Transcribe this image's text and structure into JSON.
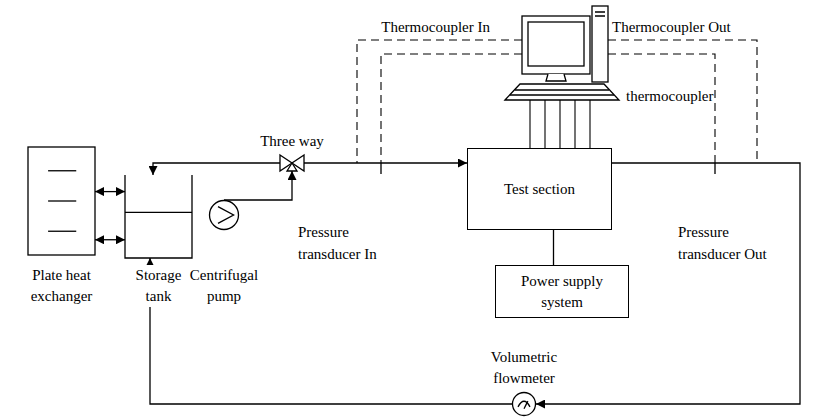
{
  "diagram": {
    "nodes": [
      {
        "text": [
          "Plate heat exchanger"
        ]
      },
      {
        "text": [
          "Storage tank"
        ]
      },
      {
        "text": [
          "Centrifugal pump"
        ]
      },
      {
        "text": [
          "Three way"
        ]
      },
      {
        "text": [
          "Test section"
        ]
      },
      {
        "text": [
          "Power supply system"
        ]
      },
      {
        "text": [
          "Volumetric flowmeter"
        ]
      }
    ],
    "edges": [
      {
        "from": 0,
        "to": 1,
        "arrow": "both"
      },
      {
        "from": 0,
        "to": 1,
        "arrow": "both"
      },
      {
        "from": 2,
        "to": 3,
        "arrow": "to"
      },
      {
        "from": 3,
        "to": 1,
        "arrow": "to"
      },
      {
        "from": 3,
        "to": 4,
        "arrow": "to"
      },
      {
        "from": 4,
        "to": 5,
        "arrow": "none"
      },
      {
        "from": 4,
        "to": 6,
        "arrow": "to"
      },
      {
        "from": 6,
        "to": 1,
        "arrow": "to"
      }
    ],
    "labels": [
      "Thermocoupler In",
      "Thermocoupler Out",
      "thermocoupler",
      "Pressure transducer In",
      "Pressure transducer Out"
    ]
  }
}
